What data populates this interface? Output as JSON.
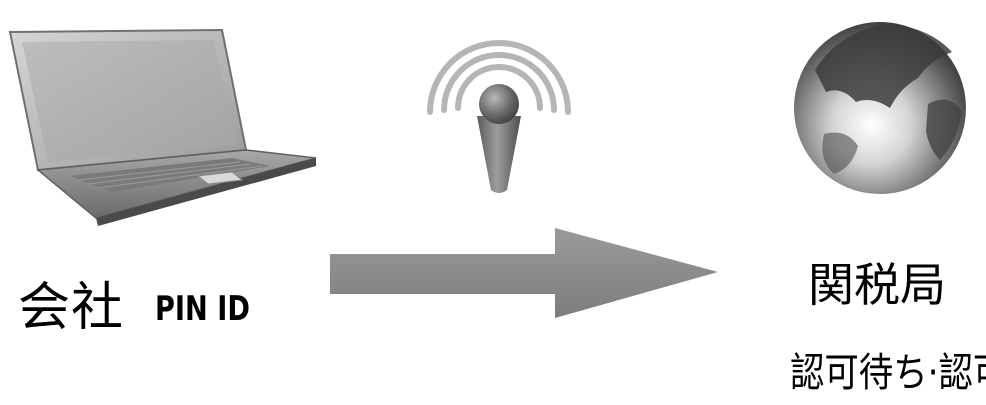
{
  "left": {
    "company_label": "会社",
    "id_label": "PIN ID"
  },
  "right": {
    "authority_label": "関税局",
    "status_label": "認可待ち·認可"
  },
  "icons": [
    "laptop-icon",
    "antenna-icon",
    "globe-icon",
    "arrow-right-icon"
  ],
  "colors": {
    "arrow": "#8c8c8c",
    "text": "#000000"
  }
}
